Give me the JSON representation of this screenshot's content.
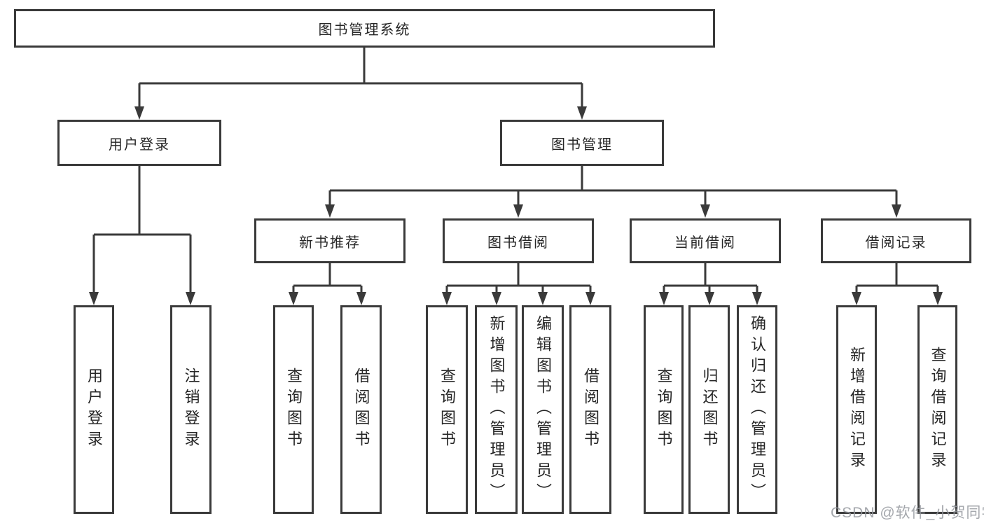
{
  "diagram": {
    "root": {
      "label": "图书管理系统"
    },
    "level2": [
      {
        "label": "用户登录"
      },
      {
        "label": "图书管理"
      }
    ],
    "level3": [
      {
        "label": "新书推荐"
      },
      {
        "label": "图书借阅"
      },
      {
        "label": "当前借阅"
      },
      {
        "label": "借阅记录"
      }
    ],
    "leaves": {
      "user_login": [
        "用户登录",
        "注销登录"
      ],
      "new_book_recommend": [
        "查询图书",
        "借阅图书"
      ],
      "book_borrowing": [
        "查询图书",
        "新增图书（管理员）",
        "编辑图书（管理员）",
        "借阅图书"
      ],
      "current_borrowing": [
        "查询图书",
        "归还图书",
        "确认归还（管理员）"
      ],
      "borrowing_records": [
        "新增借阅记录",
        "查询借阅记录"
      ]
    },
    "watermark": "CSDN @软件_小贺同学",
    "colors": {
      "line": "#3a3a3a",
      "text": "#262626",
      "background": "#ffffff",
      "watermark": "#94989e"
    }
  }
}
